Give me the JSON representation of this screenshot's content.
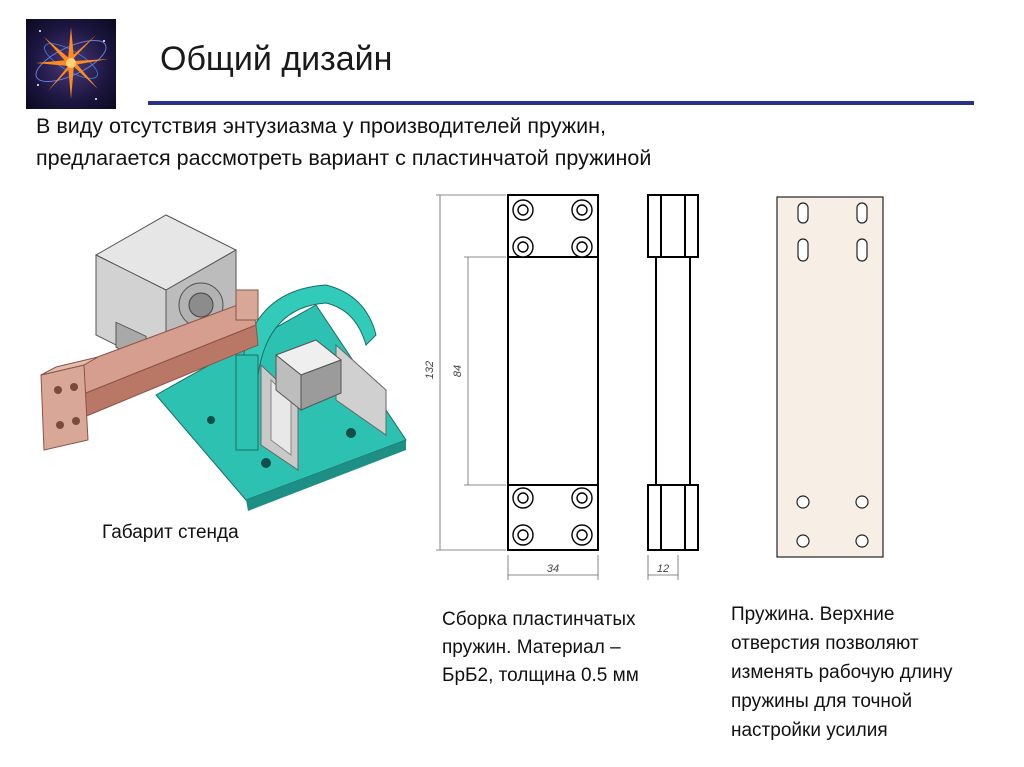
{
  "slide": {
    "title": "Общий дизайн",
    "subtitle_lines": [
      "В виду отсутствия энтузиазма у производителей пружин,",
      "предлагается рассмотреть вариант с пластинчатой пружиной"
    ]
  },
  "stand": {
    "caption": "Габарит стенда"
  },
  "drawing": {
    "dim_total_height": "132",
    "dim_inner_height": "84",
    "dim_width": "34",
    "dim_thickness": "12"
  },
  "captions": {
    "assembly_lines": [
      "Сборка пластинчатых",
      "пружин. Материал –",
      "БрБ2, толщина 0.5 мм"
    ],
    "spring_lines": [
      "Пружина. Верхние",
      "отверстия позволяют",
      "изменять рабочую длину",
      "пружины для точной",
      "настройки усилия"
    ]
  },
  "colors": {
    "title_rule": "#2a2e8c",
    "stand_base": "#2cc1b0",
    "copper_bar": "#c88a7a",
    "spring_fill": "#f7efe6"
  }
}
